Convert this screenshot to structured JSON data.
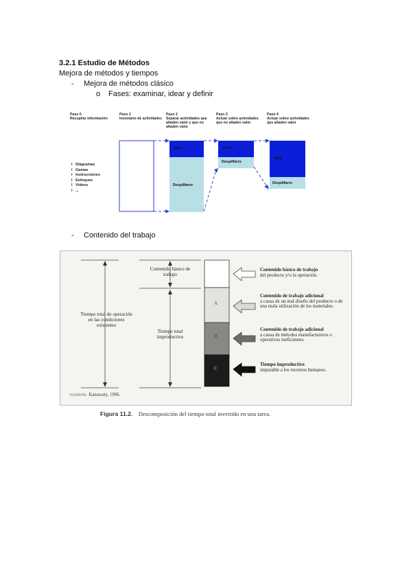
{
  "section": {
    "heading": "3.2.1 Estudio de Métodos",
    "subheading": "Mejora de métodos y tiempos",
    "bullet1": "Mejora de métodos clásico",
    "bullet1_marker": "-",
    "sub_bullet": "Fases: examinar, idear y definir",
    "sub_bullet_marker": "o",
    "bullet2": "Contenido del trabajo",
    "bullet2_marker": "-"
  },
  "steps_figure": {
    "steps": [
      {
        "title": "Paso 0",
        "desc": "Recopilar información"
      },
      {
        "title": "Paso 1",
        "desc": "Inventario de actividades"
      },
      {
        "title": "Paso 2",
        "desc": "Separar actividades que añaden valor y que no añaden valor"
      },
      {
        "title": "Paso 3",
        "desc": "Actuar sobre actividades que no añaden valor"
      },
      {
        "title": "Paso 4",
        "desc": "Actuar sobre actividades que añaden valor"
      }
    ],
    "sources": [
      "Diagramas",
      "Gamas",
      "Instrucciones",
      "Enfoques",
      "Vídeos",
      "..."
    ],
    "source_marker": "I",
    "value_label": "Valor",
    "waste_label": "Despilfarro",
    "colors": {
      "value": "#0b1fd9",
      "waste": "#b9dfe6",
      "dashed": "#3344dd",
      "frame": "#2a3fcf"
    }
  },
  "work_figure": {
    "left_label": "Tiempo total de operación en las condiciones existentes",
    "mid_top_label": "Contenido básico de trabajo",
    "mid_bottom_label": "Tiempo total improductivo",
    "segment_letters": [
      "A",
      "B",
      "C"
    ],
    "right_items": [
      {
        "title": "Contenido básico de trabajo",
        "desc": "del producto y/o la operación."
      },
      {
        "title": "Contenido de trabajo adicional",
        "desc": "a causa de un mal diseño del producto o de una mala utilización de los materiales."
      },
      {
        "title": "Contenido de trabajo adicional",
        "desc": "a causa de métodos manufactureros o operativos ineficientes."
      },
      {
        "title": "Tiempo improductivo",
        "desc": "imputable a los recursos humanos."
      }
    ],
    "source_label": "FUENTE:",
    "source_text": "Kanawaty, 1996.",
    "caption_label": "Figura 11.2.",
    "caption_text": "Descomposición del tiempo total invertido en una tarea."
  }
}
